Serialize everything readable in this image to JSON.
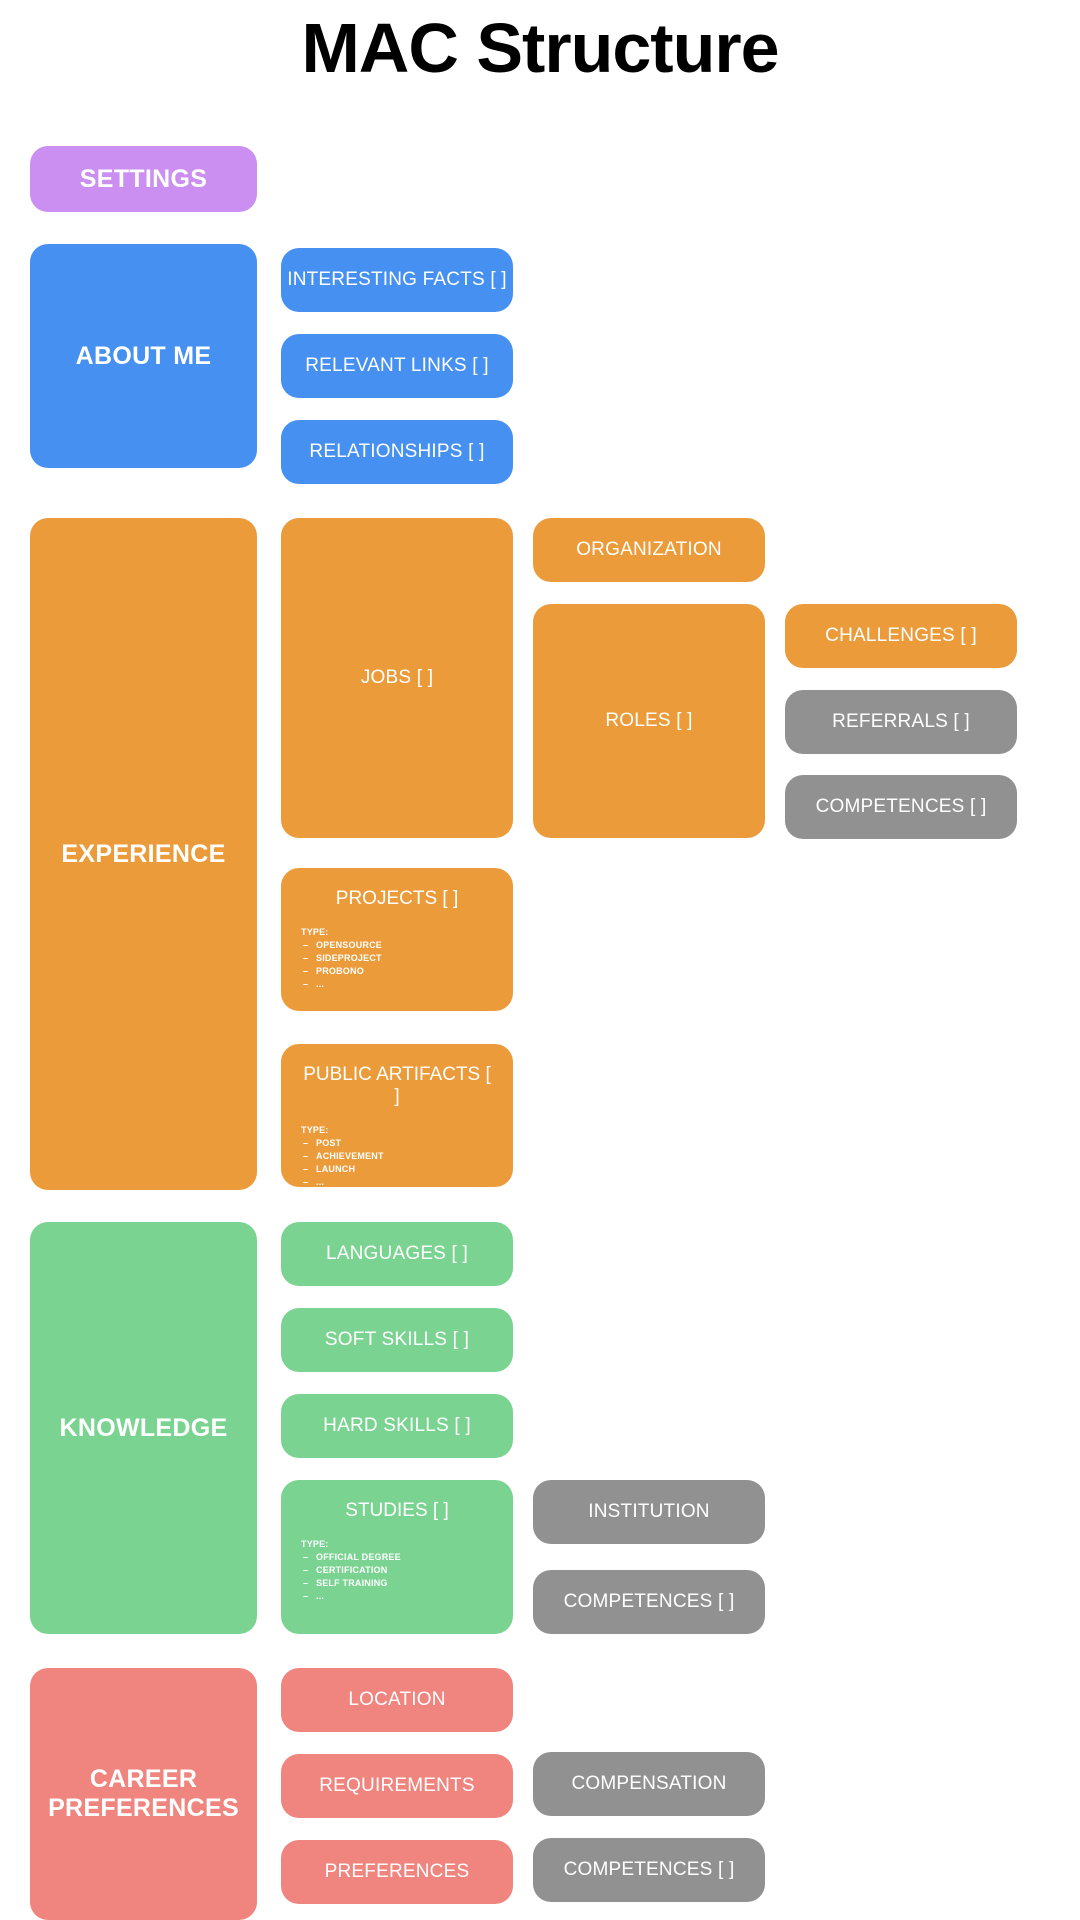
{
  "title": "MAC Structure",
  "palette": {
    "purple": "#ca8ff1",
    "blue": "#4690f2",
    "orange": "#eb9b3a",
    "green": "#7ad391",
    "red": "#ef857e",
    "gray": "#919191",
    "text": "#ffffff",
    "title": "#000000",
    "background": "#ffffff"
  },
  "sections": {
    "settings": {
      "label": "SETTINGS"
    },
    "about_me": {
      "label": "ABOUT ME",
      "children": [
        {
          "label": "INTERESTING FACTS [ ]"
        },
        {
          "label": "RELEVANT LINKS [ ]"
        },
        {
          "label": "RELATIONSHIPS [ ]"
        }
      ]
    },
    "experience": {
      "label": "EXPERIENCE",
      "jobs": {
        "label": "JOBS [ ]"
      },
      "organization": {
        "label": "ORGANIZATION"
      },
      "roles": {
        "label": "ROLES [ ]"
      },
      "challenges": {
        "label": "CHALLENGES [ ]"
      },
      "referrals": {
        "label": "REFERRALS [ ]"
      },
      "competences": {
        "label": "COMPETENCES [ ]"
      },
      "projects": {
        "label": "PROJECTS [ ]",
        "type_label": "TYPE:",
        "types": [
          "OPENSOURCE",
          "SIDEPROJECT",
          "PROBONO",
          "..."
        ]
      },
      "public_artifacts": {
        "label": "PUBLIC ARTIFACTS [ ]",
        "type_label": "TYPE:",
        "types": [
          "POST",
          "ACHIEVEMENT",
          "LAUNCH",
          "..."
        ]
      }
    },
    "knowledge": {
      "label": "KNOWLEDGE",
      "languages": {
        "label": "LANGUAGES [ ]"
      },
      "soft_skills": {
        "label": "SOFT SKILLS [ ]"
      },
      "hard_skills": {
        "label": "HARD SKILLS [ ]"
      },
      "studies": {
        "label": "STUDIES [ ]",
        "type_label": "TYPE:",
        "types": [
          "OFFICIAL DEGREE",
          "CERTIFICATION",
          "SELF TRAINING",
          "..."
        ]
      },
      "institution": {
        "label": "INSTITUTION"
      },
      "competences": {
        "label": "COMPETENCES [ ]"
      }
    },
    "career_preferences": {
      "label": "CAREER\nPREFERENCES",
      "label_line1": "CAREER",
      "label_line2": "PREFERENCES",
      "location": {
        "label": "LOCATION"
      },
      "requirements": {
        "label": "REQUIREMENTS"
      },
      "preferences": {
        "label": "PREFERENCES"
      },
      "compensation": {
        "label": "COMPENSATION"
      },
      "competences": {
        "label": "COMPETENCES [ ]"
      }
    }
  }
}
